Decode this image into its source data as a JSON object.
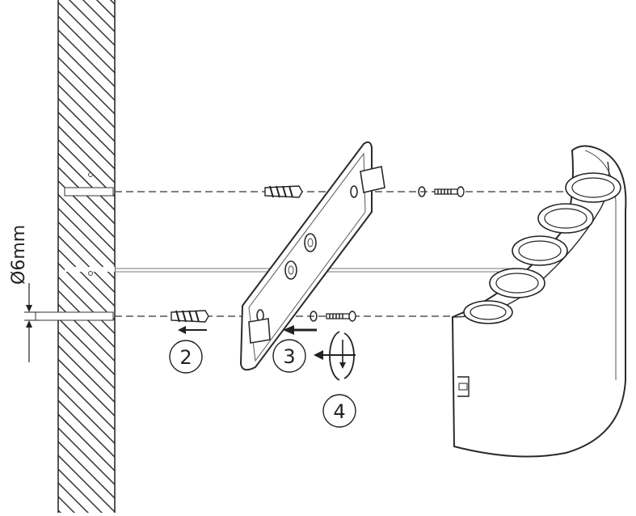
{
  "diagram": {
    "dimension_label": "Ø6mm",
    "steps": [
      {
        "number": "2",
        "name": "insert-wall-plugs"
      },
      {
        "number": "3",
        "name": "mount-bracket"
      },
      {
        "number": "4",
        "name": "screw-tighten"
      }
    ],
    "parts": [
      "wall",
      "drill-holes",
      "wall-plugs",
      "mounting-bracket",
      "screws",
      "washers",
      "light-fixture"
    ],
    "colors": {
      "line": "#2a2a2a",
      "dashed": "#555555",
      "background": "#ffffff"
    }
  }
}
